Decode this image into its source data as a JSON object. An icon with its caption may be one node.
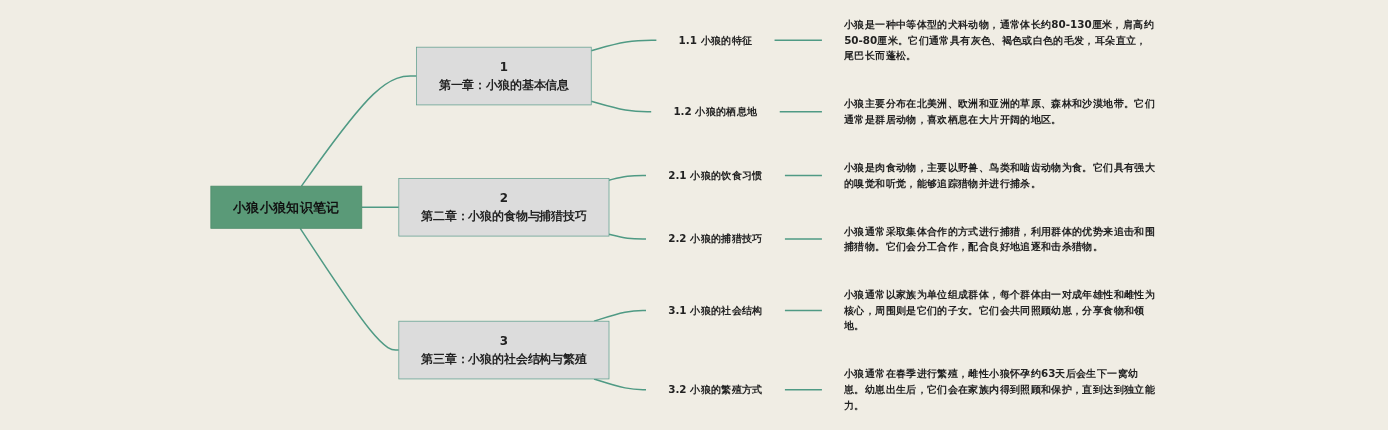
{
  "diagram": {
    "nodes": [
      {
        "text": [
          "小狼小狼知识笔记"
        ]
      },
      {
        "text": [
          "1",
          "第一章：小狼的基本信息"
        ]
      },
      {
        "text": [
          "1.1 小狼的特征"
        ]
      },
      {
        "text": [
          "小狼是一种中等体型的犬科动物，通常体长约80-130厘米，肩高约50-80厘米。它们通常具有灰色、褐色或白色的毛发，耳朵直立，尾巴长而蓬松。"
        ]
      },
      {
        "text": [
          "1.2 小狼的栖息地"
        ]
      },
      {
        "text": [
          "小狼主要分布在北美洲、欧洲和亚洲的草原、森林和沙漠地带。它们通常是群居动物，喜欢栖息在大片开阔的地区。"
        ]
      },
      {
        "text": [
          "2",
          "第二章：小狼的食物与捕猎技巧"
        ]
      },
      {
        "text": [
          "2.1 小狼的饮食习惯"
        ]
      },
      {
        "text": [
          "小狼是肉食动物，主要以野兽、鸟类和啮齿动物为食。它们具有强大的嗅觉和听觉，能够追踪猎物并进行捕杀。"
        ]
      },
      {
        "text": [
          "2.2 小狼的捕猎技巧"
        ]
      },
      {
        "text": [
          "小狼通常采取集体合作的方式进行捕猎，利用群体的优势来追击和围捕猎物。它们会分工合作，配合良好地追逐和击杀猎物。"
        ]
      },
      {
        "text": [
          "3",
          "第三章：小狼的社会结构与繁殖"
        ]
      },
      {
        "text": [
          "3.1 小狼的社会结构"
        ]
      },
      {
        "text": [
          "小狼通常以家族为单位组成群体，每个群体由一对成年雄性和雌性为核心，周围则是它们的子女。它们会共同照顾幼崽，分享食物和领地。"
        ]
      },
      {
        "text": [
          "3.2 小狼的繁殖方式"
        ]
      },
      {
        "text": [
          "小狼通常在春季进行繁殖，雌性小狼怀孕约63天后会生下一窝幼崽。幼崽出生后，它们会在家族内得到照顾和保护，直到达到独立能力。"
        ]
      }
    ],
    "edges": [
      {
        "from": 0,
        "to": 1,
        "arrow": "none"
      },
      {
        "from": 1,
        "to": 2,
        "arrow": "none"
      },
      {
        "from": 2,
        "to": 3,
        "arrow": "none"
      },
      {
        "from": 1,
        "to": 4,
        "arrow": "none"
      },
      {
        "from": 4,
        "to": 5,
        "arrow": "none"
      },
      {
        "from": 0,
        "to": 6,
        "arrow": "none"
      },
      {
        "from": 6,
        "to": 7,
        "arrow": "none"
      },
      {
        "from": 7,
        "to": 8,
        "arrow": "none"
      },
      {
        "from": 6,
        "to": 9,
        "arrow": "none"
      },
      {
        "from": 9,
        "to": 10,
        "arrow": "none"
      },
      {
        "from": 0,
        "to": 11,
        "arrow": "none"
      },
      {
        "from": 11,
        "to": 12,
        "arrow": "none"
      },
      {
        "from": 12,
        "to": 13,
        "arrow": "none"
      },
      {
        "from": 11,
        "to": 14,
        "arrow": "none"
      },
      {
        "from": 14,
        "to": 15,
        "arrow": "none"
      }
    ]
  }
}
